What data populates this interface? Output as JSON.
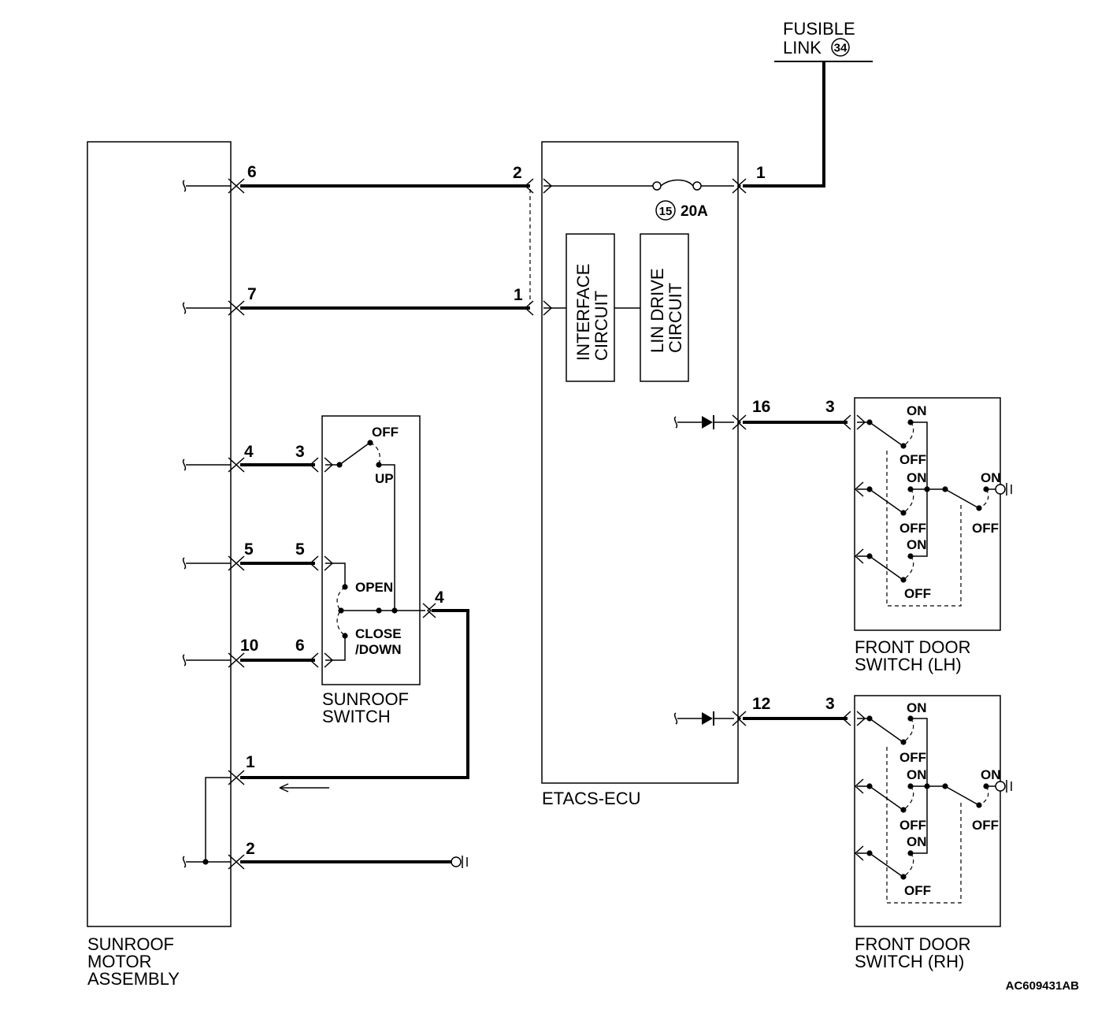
{
  "fusible_link": {
    "line1": "FUSIBLE",
    "line2": "LINK",
    "number": "34"
  },
  "fuse": {
    "number": "15",
    "rating": "20A"
  },
  "etacs": {
    "label": "ETACS-ECU",
    "interface_l1": "INTERFACE",
    "interface_l2": "CIRCUIT",
    "lin_l1": "LIN DRIVE",
    "lin_l2": "CIRCUIT",
    "pins": {
      "p1": "1",
      "p2": "2",
      "p1_left": "1",
      "p16": "16",
      "p12": "12"
    }
  },
  "motor": {
    "line1": "SUNROOF",
    "line2": "MOTOR",
    "line3": "ASSEMBLY",
    "pins": {
      "p6": "6",
      "p7": "7",
      "p4": "4",
      "p5": "5",
      "p10": "10",
      "p1": "1",
      "p2": "2"
    }
  },
  "sunroof_switch": {
    "line1": "SUNROOF",
    "line2": "SWITCH",
    "pins": {
      "p3": "3",
      "p5": "5",
      "p6": "6",
      "p4": "4"
    },
    "off": "OFF",
    "up": "UP",
    "open": "OPEN",
    "close1": "CLOSE",
    "close2": "/DOWN"
  },
  "door_lh": {
    "line1": "FRONT DOOR",
    "line2": "SWITCH (LH)",
    "pin": "3"
  },
  "door_rh": {
    "line1": "FRONT DOOR",
    "line2": "SWITCH (RH)",
    "pin": "3"
  },
  "switch_states": {
    "on": "ON",
    "off": "OFF"
  },
  "figure_code": "AC609431AB"
}
